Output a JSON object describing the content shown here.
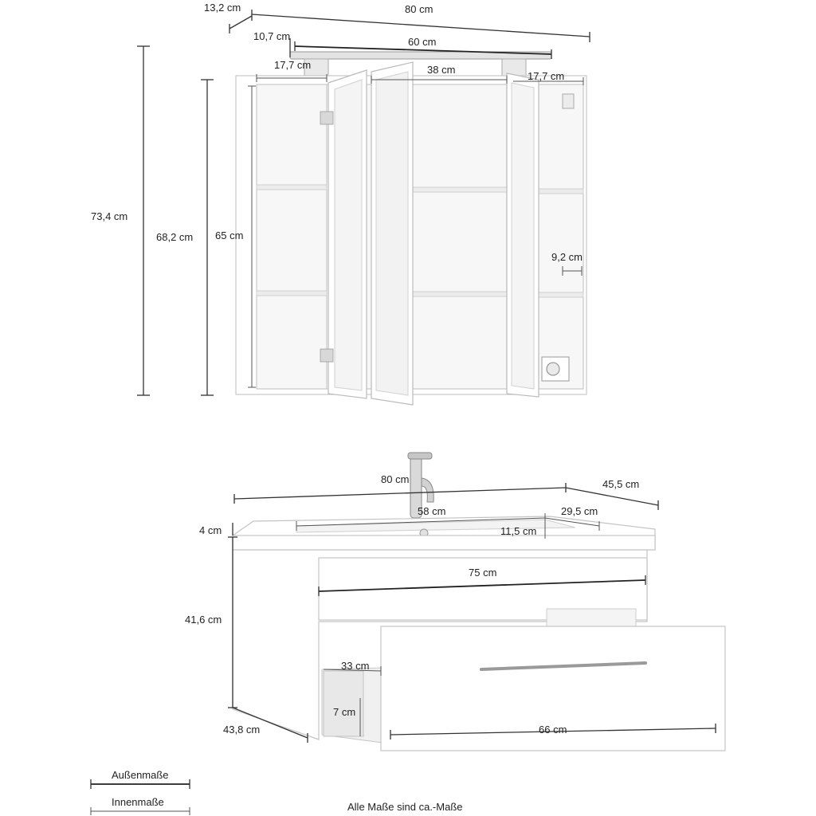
{
  "cabinet": {
    "dims": {
      "total_width": "80 cm",
      "depth_outer": "13,2 cm",
      "lamp_depth": "10,7 cm",
      "lamp_width": "60 cm",
      "left_compartment": "17,7 cm",
      "middle_compartment": "38 cm",
      "right_compartment": "17,7 cm",
      "total_height": "73,4 cm",
      "body_height": "68,2 cm",
      "inner_height": "65 cm",
      "shelf_gap": "9,2 cm"
    }
  },
  "vanity": {
    "dims": {
      "total_width": "80 cm",
      "total_depth": "45,5 cm",
      "basin_width": "58 cm",
      "basin_depth": "29,5 cm",
      "tap_offset": "11,5 cm",
      "top_height": "4 cm",
      "body_height": "41,6 cm",
      "drawer_inner_width": "75 cm",
      "drawer_side_depth": "33 cm",
      "drawer_side_height": "7 cm",
      "drawer_width": "66 cm",
      "body_depth": "43,8 cm"
    }
  },
  "legend": {
    "outer": "Außenmaße",
    "inner": "Innenmaße"
  },
  "footnote": "Alle Maße sind ca.-Maße"
}
